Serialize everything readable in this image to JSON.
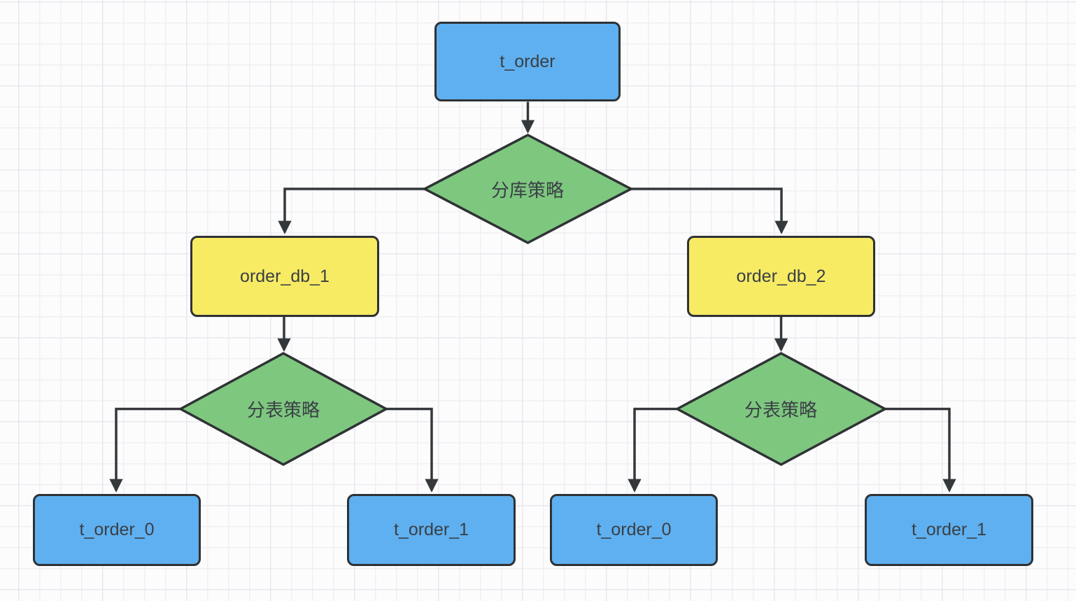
{
  "colors": {
    "node_blue": "#5fb0f0",
    "node_yellow": "#f7eb64",
    "node_green": "#7ec77f",
    "shape_border": "#2f3235",
    "connector": "#35383b",
    "label": "#3a3f45",
    "canvas_bg": "#fcfcfd",
    "grid_minor": "#f0f0f4",
    "grid_major": "#e7e7ee"
  },
  "diagram": {
    "type": "flowchart",
    "nodes": {
      "root": {
        "label": "t_order",
        "shape": "rect",
        "color": "blue"
      },
      "db_strategy": {
        "label": "分库策略",
        "shape": "diamond",
        "color": "green"
      },
      "db1": {
        "label": "order_db_1",
        "shape": "rect",
        "color": "yellow"
      },
      "db2": {
        "label": "order_db_2",
        "shape": "rect",
        "color": "yellow"
      },
      "db1_table_strategy": {
        "label": "分表策略",
        "shape": "diamond",
        "color": "green"
      },
      "db2_table_strategy": {
        "label": "分表策略",
        "shape": "diamond",
        "color": "green"
      },
      "db1_table0": {
        "label": "t_order_0",
        "shape": "rect",
        "color": "blue"
      },
      "db1_table1": {
        "label": "t_order_1",
        "shape": "rect",
        "color": "blue"
      },
      "db2_table0": {
        "label": "t_order_0",
        "shape": "rect",
        "color": "blue"
      },
      "db2_table1": {
        "label": "t_order_1",
        "shape": "rect",
        "color": "blue"
      }
    },
    "edges": [
      {
        "from": "root",
        "to": "db_strategy"
      },
      {
        "from": "db_strategy",
        "to": "db1"
      },
      {
        "from": "db_strategy",
        "to": "db2"
      },
      {
        "from": "db1",
        "to": "db1_table_strategy"
      },
      {
        "from": "db2",
        "to": "db2_table_strategy"
      },
      {
        "from": "db1_table_strategy",
        "to": "db1_table0"
      },
      {
        "from": "db1_table_strategy",
        "to": "db1_table1"
      },
      {
        "from": "db2_table_strategy",
        "to": "db2_table0"
      },
      {
        "from": "db2_table_strategy",
        "to": "db2_table1"
      }
    ]
  }
}
